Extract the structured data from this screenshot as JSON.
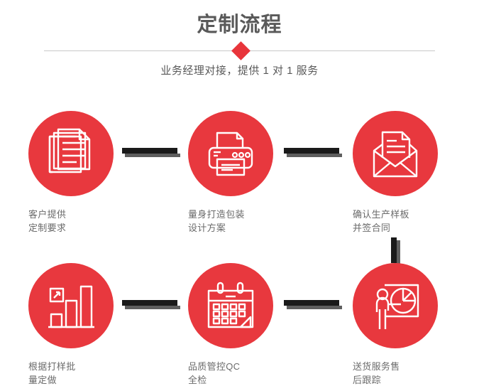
{
  "header": {
    "title": "定制流程",
    "subtitle": "业务经理对接，提供 1 对 1 服务",
    "divider_icon": "diamond-marker",
    "accent_color": "#e8383e",
    "title_color": "#595959",
    "divider_color": "#c9c9c9"
  },
  "flow": {
    "connector_color": "#1a1a1a",
    "connector_shadow_color": "#5e5e5e",
    "label_color": "#6b6b6b",
    "steps": [
      {
        "index": 1,
        "icon": "documents-stack-icon",
        "label": "客户提供\n定制要求",
        "line1": "客户提供",
        "line2": "定制要求"
      },
      {
        "index": 2,
        "icon": "printer-icon",
        "label": "量身打造包装\n设计方案",
        "line1": "量身打造包装",
        "line2": "设计方案"
      },
      {
        "index": 3,
        "icon": "envelope-letter-icon",
        "label": "确认生产样板\n并签合同",
        "line1": "确认生产样板",
        "line2": "并签合同"
      },
      {
        "index": 4,
        "icon": "bar-chart-growth-icon",
        "label": "根据打样批\n量定做",
        "line1": "根据打样批",
        "line2": "量定做"
      },
      {
        "index": 5,
        "icon": "calendar-icon",
        "label": "品质管控QC\n全检",
        "line1": "品质管控QC",
        "line2": "全检"
      },
      {
        "index": 6,
        "icon": "presenter-pie-chart-icon",
        "label": "送货服务售\n后跟踪",
        "line1": "送货服务售",
        "line2": "后跟踪"
      }
    ]
  }
}
